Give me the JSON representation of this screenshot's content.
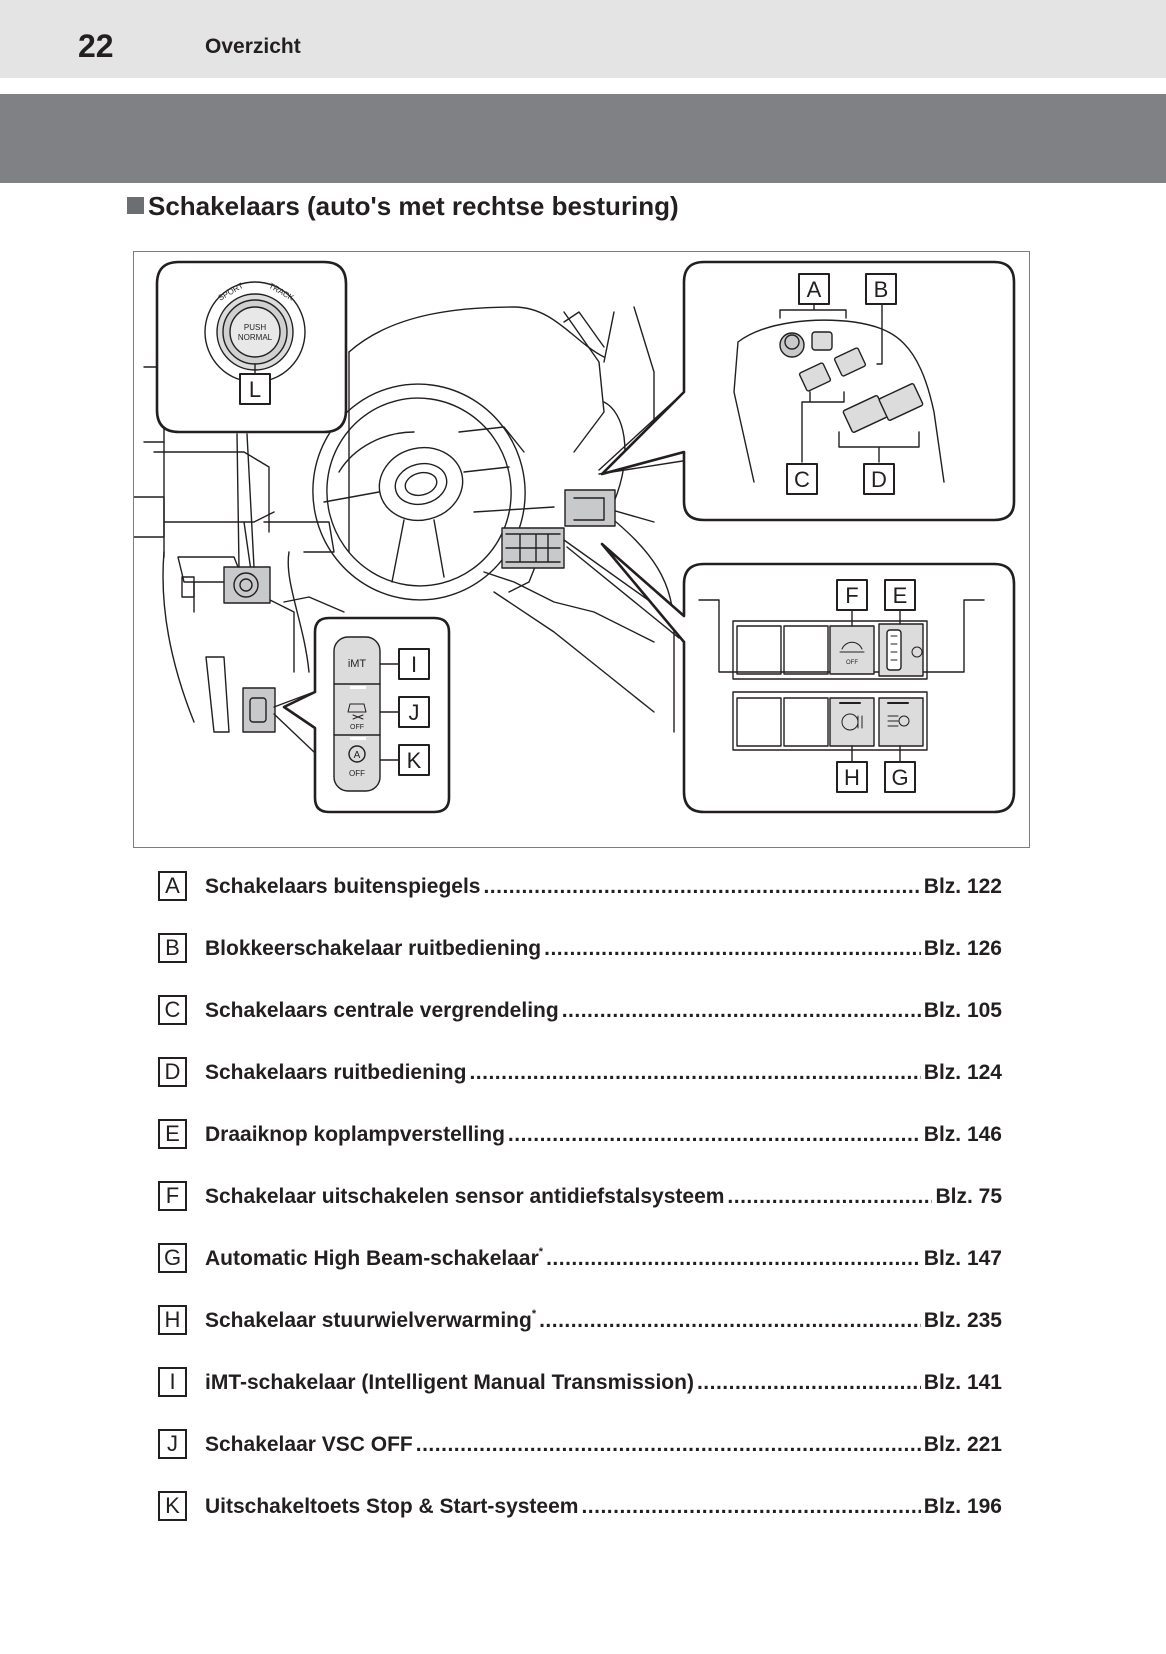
{
  "header": {
    "page_number": "22",
    "section": "Overzicht"
  },
  "heading": "Schakelaars (auto's met rechtse besturing)",
  "figure": {
    "labels": {
      "A": "A",
      "B": "B",
      "C": "C",
      "D": "D",
      "E": "E",
      "F": "F",
      "G": "G",
      "H": "H",
      "I": "I",
      "J": "J",
      "K": "K",
      "L": "L"
    },
    "dial": {
      "sport": "SPORT",
      "track": "TRACK",
      "push": "PUSH",
      "normal": "NORMAL"
    },
    "switches": {
      "imt": "iMT",
      "off": "OFF"
    }
  },
  "entries": [
    {
      "letter": "A",
      "label": "Schakelaars buitenspiegels",
      "star": "",
      "page": "Blz. 122"
    },
    {
      "letter": "B",
      "label": "Blokkeerschakelaar ruitbediening",
      "star": "",
      "page": "Blz. 126"
    },
    {
      "letter": "C",
      "label": "Schakelaars centrale vergrendeling",
      "star": "",
      "page": "Blz. 105"
    },
    {
      "letter": "D",
      "label": "Schakelaars ruitbediening",
      "star": "",
      "page": "Blz. 124"
    },
    {
      "letter": "E",
      "label": "Draaiknop koplampverstelling",
      "star": "",
      "page": "Blz. 146"
    },
    {
      "letter": "F",
      "label": "Schakelaar uitschakelen sensor antidiefstalsysteem",
      "star": "",
      "page": "Blz. 75"
    },
    {
      "letter": "G",
      "label": "Automatic High Beam-schakelaar",
      "star": "*",
      "page": "Blz. 147"
    },
    {
      "letter": "H",
      "label": "Schakelaar stuurwielverwarming",
      "star": "*",
      "page": "Blz. 235"
    },
    {
      "letter": "I",
      "label": "iMT-schakelaar (Intelligent Manual Transmission)",
      "star": "",
      "page": "Blz. 141"
    },
    {
      "letter": "J",
      "label": "Schakelaar VSC OFF",
      "star": "",
      "page": "Blz. 221"
    },
    {
      "letter": "K",
      "label": "Uitschakeltoets Stop & Start-systeem",
      "star": "",
      "page": "Blz. 196"
    }
  ]
}
